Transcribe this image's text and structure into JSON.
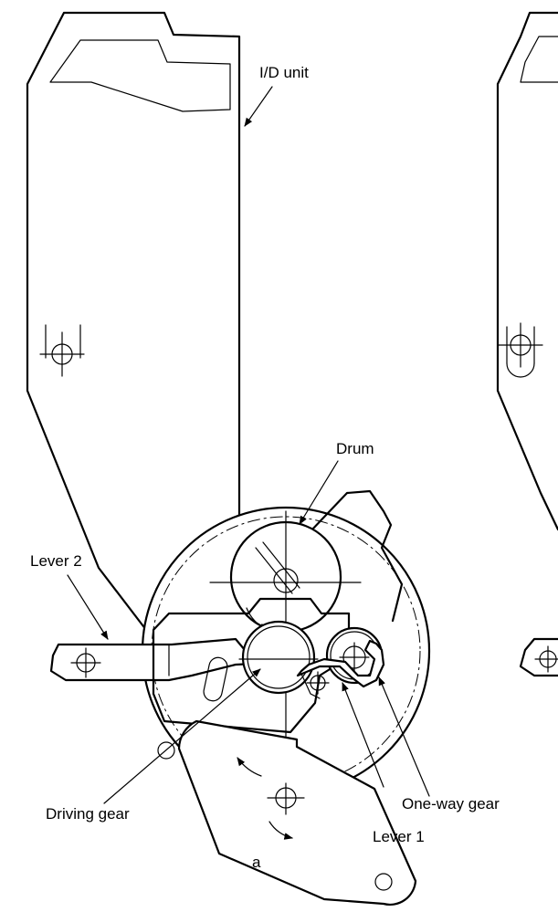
{
  "labels": {
    "id_unit": "I/D unit",
    "drum": "Drum",
    "lever2": "Lever 2",
    "one_way_gear": "One-way gear",
    "driving_gear": "Driving gear",
    "lever1": "Lever 1",
    "direction_a": "a"
  }
}
